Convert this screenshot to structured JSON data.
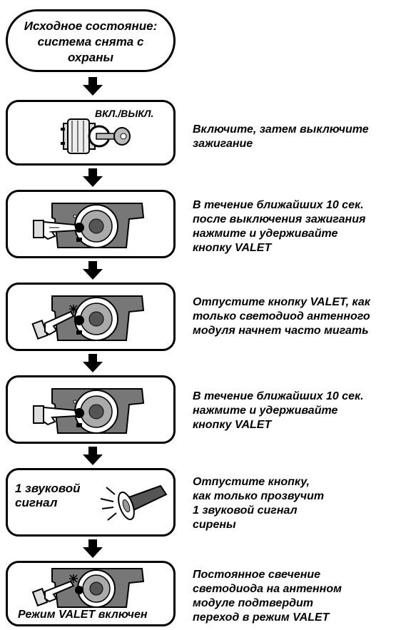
{
  "steps": [
    {
      "box_text": "Исходное состояние:\nсистема снята с\nохраны",
      "desc": ""
    },
    {
      "box_label": "ВКЛ./ВЫКЛ.",
      "desc": "Включите, затем выключите\nзажигание"
    },
    {
      "desc": "В течение ближайших 10 сек.\nпосле выключения зажигания\nнажмите и удерживайте\nкнопку VALET"
    },
    {
      "desc": "Отпустите кнопку VALET, как\nтолько светодиод антенного\nмодуля начнет часто мигать"
    },
    {
      "desc": "В течение ближайших 10 сек.\nнажмите и удерживайте\nкнопку VALET"
    },
    {
      "box_label": "1 звуковой\nсигнал",
      "desc": "Отпустите кнопку,\nкак только прозвучит\n1 звуковой сигнал\nсирены"
    },
    {
      "box_label": "Режим VALET включен",
      "desc": "Постоянное свечение\nсветодиода на антенном\nмодуле подтвердит\nпереход в режим VALET"
    }
  ],
  "icons": [
    "ignition-key-icon",
    "antenna-module-icon",
    "pressing-hand-icon",
    "led-blink-icon",
    "siren-horn-icon",
    "flow-arrow-icon"
  ]
}
